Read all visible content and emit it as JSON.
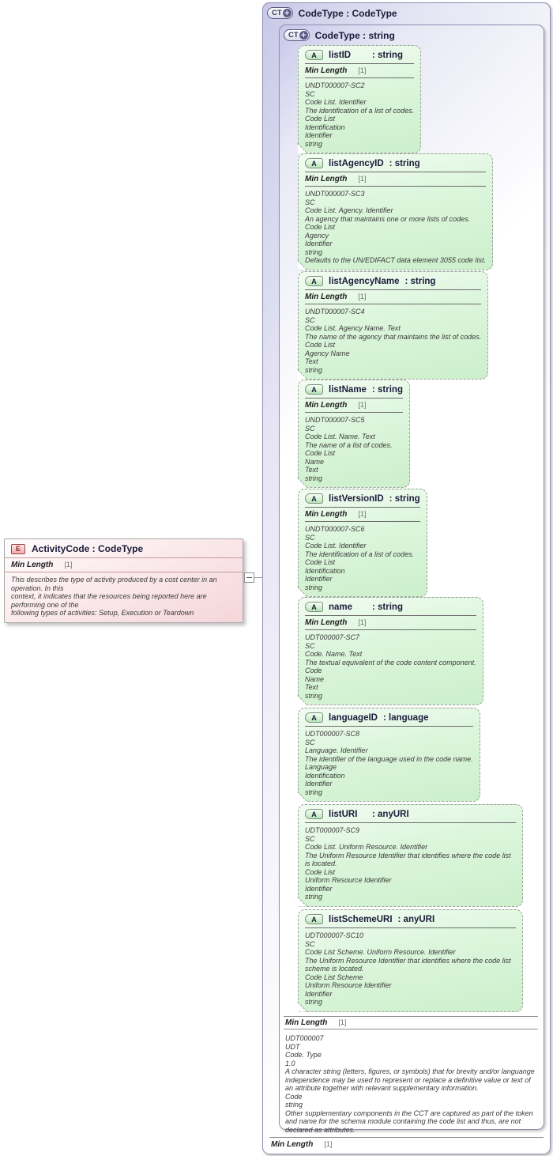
{
  "element": {
    "icon": "E",
    "title": "ActivityCode : CodeType",
    "facet_name": "Min Length",
    "facet_value": "[1]",
    "description": "This describes the type of activity produced by a cost center in an operation. In this\ncontext, it indicates that the resources being reported here are performing one of the\nfollowing types of activities: Setup, Execution or Teardown"
  },
  "outer": {
    "icon": "CT",
    "plus": "+",
    "title": "CodeType : CodeType",
    "facet_name": "Min Length",
    "facet_value": "[1]",
    "inner": {
      "icon": "CT",
      "plus": "+",
      "title": "CodeType : string",
      "attributes": [
        {
          "icon": "A",
          "name": "listID",
          "type": ": string",
          "facet_name": "Min Length",
          "facet_value": "[1]",
          "doc": "UNDT000007-SC2\nSC\nCode List. Identifier\nThe identification of a list of codes.\nCode List\nIdentification\nIdentifier\nstring"
        },
        {
          "icon": "A",
          "name": "listAgencyID",
          "type": ": string",
          "facet_name": "Min Length",
          "facet_value": "[1]",
          "doc": "UNDT000007-SC3\nSC\nCode List. Agency. Identifier\nAn agency that maintains one or more lists of codes.\nCode List\nAgency\nIdentifier\nstring\nDefaults to the UN/EDIFACT data element 3055 code list."
        },
        {
          "icon": "A",
          "name": "listAgencyName",
          "type": ": string",
          "facet_name": "Min Length",
          "facet_value": "[1]",
          "doc": "UNDT000007-SC4\nSC\nCode List. Agency Name. Text\nThe name of the agency that maintains the list of codes.\nCode List\nAgency Name\nText\nstring"
        },
        {
          "icon": "A",
          "name": "listName",
          "type": ": string",
          "facet_name": "Min Length",
          "facet_value": "[1]",
          "doc": "UNDT000007-SC5\nSC\nCode List. Name. Text\nThe name of a list of codes.\nCode List\nName\nText\nstring"
        },
        {
          "icon": "A",
          "name": "listVersionID",
          "type": ": string",
          "facet_name": "Min Length",
          "facet_value": "[1]",
          "doc": "UNDT000007-SC6\nSC\nCode List. Identifier\nThe identification of a list of codes.\nCode List\nIdentification\nIdentifier\nstring"
        },
        {
          "icon": "A",
          "name": "name",
          "type": ": string",
          "facet_name": "Min Length",
          "facet_value": "[1]",
          "doc": "UDT000007-SC7\nSC\nCode. Name. Text\nThe textual equivalent of the code content component.\nCode\nName\nText\nstring"
        },
        {
          "icon": "A",
          "name": "languageID",
          "type": ": language",
          "doc": "UDT000007-SC8\nSC\nLanguage. Identifier\nThe identifier of the language used in the code name.\nLanguage\nIdentification\nIdentifier\nstring"
        },
        {
          "icon": "A",
          "name": "listURI",
          "type": ": anyURI",
          "doc": "UDT000007-SC9\nSC\nCode List. Uniform Resource. Identifier\nThe Uniform Resource Identifier that identifies where the code list is located.\nCode List\nUniform Resource Identifier\nIdentifier\nstring"
        },
        {
          "icon": "A",
          "name": "listSchemeURI",
          "type": ": anyURI",
          "doc": "UDT000007-SC10\nSC\nCode List Scheme. Uniform Resource. Identifier\nThe Uniform Resource Identifier that identifies where the code list scheme is located.\nCode List Scheme\nUniform Resource Identifier\nIdentifier\nstring"
        }
      ],
      "facet_name": "Min Length",
      "facet_value": "[1]",
      "doc": "UDT000007\nUDT\nCode. Type\n1.0\nA character string (letters, figures, or symbols) that for brevity and/or languange independence may be used to represent or replace a definitive value or text of an attribute together with relevant supplementary information.\nCode\nstring\nOther supplementary components in the CCT are captured as part of the token and name for the schema module containing the code list and thus, are not declared as attributes."
    }
  }
}
